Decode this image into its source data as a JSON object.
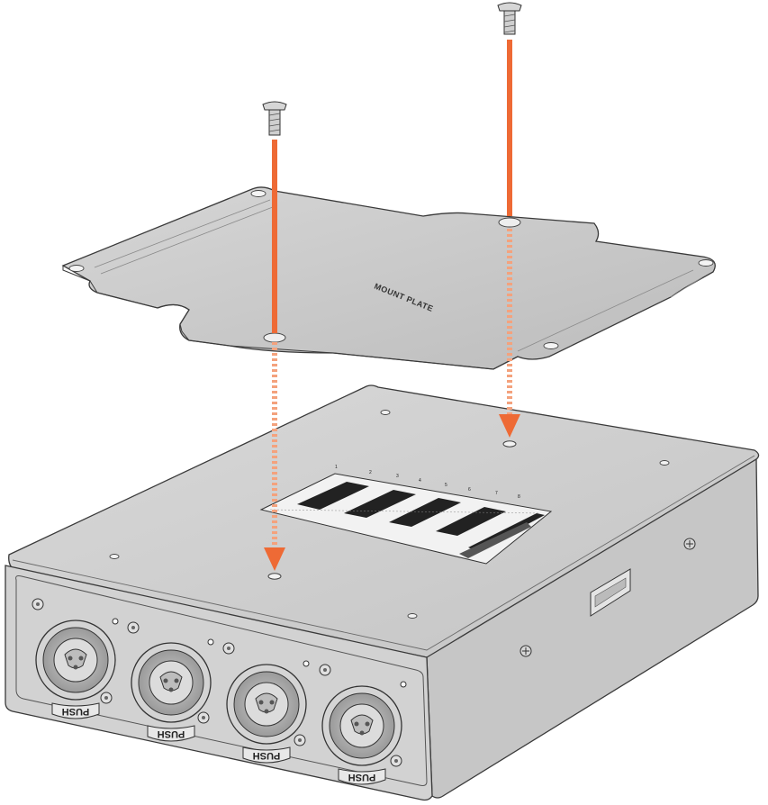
{
  "mount_plate": {
    "label": "MOUNT PLATE"
  },
  "xlr_ports": [
    {
      "push_label": "PUSH"
    },
    {
      "push_label": "PUSH"
    },
    {
      "push_label": "PUSH"
    },
    {
      "push_label": "PUSH"
    }
  ],
  "channel_numbers": [
    "1",
    "2",
    "3",
    "4",
    "5",
    "6",
    "7",
    "8"
  ],
  "colors": {
    "arrow": "#EE6A35",
    "arrow_dashed": "#F4A27D",
    "metal_face": "#D8D8D8",
    "metal_side": "#C9C9C9",
    "outline": "#3A3A3A"
  }
}
